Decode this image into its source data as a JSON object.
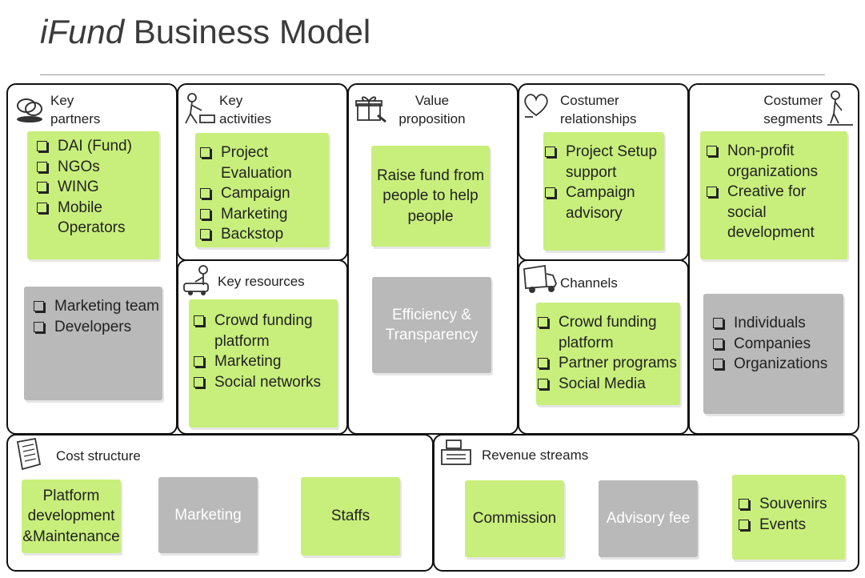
{
  "title": {
    "italic": "iFund",
    "rest": " Business Model"
  },
  "key_partners": {
    "header": "Key\npartners",
    "green_items": [
      "DAI (Fund)",
      "NGOs",
      "WING",
      "Mobile Operators"
    ],
    "gray_items": [
      "Marketing team",
      "Developers"
    ]
  },
  "key_activities": {
    "header": "Key\nactivities",
    "green_items": [
      "Project Evaluation",
      "Campaign",
      "Marketing",
      "Backstop"
    ]
  },
  "key_resources": {
    "header": "Key resources",
    "green_items": [
      "Crowd funding platform",
      "Marketing",
      "Social networks"
    ]
  },
  "value_proposition": {
    "header": "Value\nproposition",
    "green_text": "Raise fund from people to help people",
    "gray_text": "Efficiency & Transparency"
  },
  "customer_relationships": {
    "header": "Costumer\nrelationships",
    "green_items": [
      "Project Setup support",
      "Campaign advisory"
    ]
  },
  "channels": {
    "header": "Channels",
    "green_items": [
      "Crowd funding platform",
      "Partner programs",
      "Social Media"
    ]
  },
  "customer_segments": {
    "header": "Costumer\nsegments",
    "green_items": [
      "Non-profit organizations",
      "Creative for social development"
    ],
    "gray_items": [
      "Individuals",
      "Companies",
      "Organizations"
    ]
  },
  "cost_structure": {
    "header": "Cost structure",
    "notes": [
      "Platform development &Maintenance",
      "Marketing",
      "Staffs"
    ]
  },
  "revenue_streams": {
    "header": "Revenue streams",
    "notes": [
      "Commission",
      "Advisory fee"
    ],
    "green_items": [
      "Souvenirs",
      "Events"
    ]
  },
  "colors": {
    "green_note": "#c8ef7b",
    "gray_note": "#b9b9b9",
    "border": "#111111"
  },
  "icons": [
    "network-icon",
    "worker-icon",
    "gift-icon",
    "heart-icon",
    "person-icon",
    "cart-icon",
    "truck-icon",
    "receipt-icon",
    "cash-register-icon"
  ]
}
